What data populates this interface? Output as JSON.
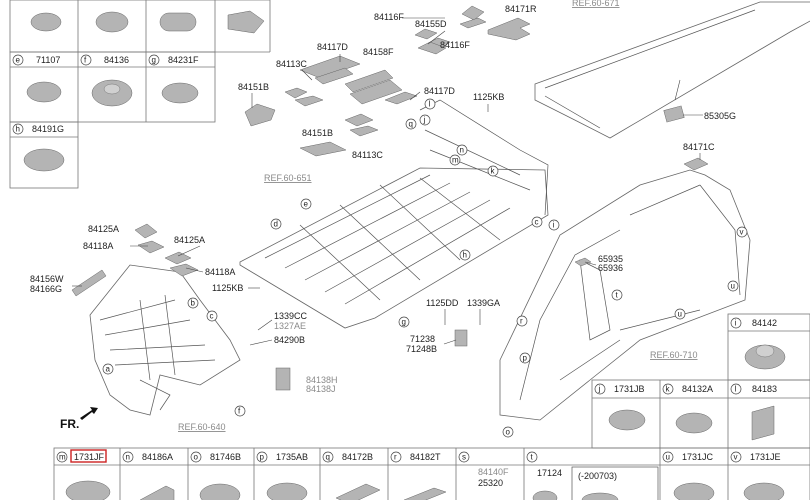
{
  "parts_grid": {
    "row1": [
      {
        "letter": "e",
        "code": "71107"
      },
      {
        "letter": "f",
        "code": "84136"
      },
      {
        "letter": "g",
        "code": "84231F"
      }
    ],
    "row2": [
      {
        "letter": "h",
        "code": "84191G"
      }
    ]
  },
  "main_labels": {
    "l_84116F_a": "84116F",
    "l_84155D": "84155D",
    "l_84171R": "84171R",
    "l_84117D_a": "84117D",
    "l_84158F": "84158F",
    "l_84116F_b": "84116F",
    "l_84113C_a": "84113C",
    "l_84151B_a": "84151B",
    "l_84117D_b": "84117D",
    "l_1125KB_a": "1125KB",
    "l_84151B_b": "84151B",
    "l_84113C_b": "84113C",
    "l_84125A_a": "84125A",
    "l_84118A_a": "84118A",
    "l_84125A_b": "84125A",
    "l_84118A_b": "84118A",
    "l_84156W": "84156W",
    "l_84166G": "84166G",
    "l_1125KB_b": "1125KB",
    "l_1339CC": "1339CC",
    "l_84290B": "84290B",
    "l_1125DD": "1125DD",
    "l_1339GA": "1339GA",
    "l_71238": "71238",
    "l_71248B": "71248B",
    "l_65935": "65935",
    "l_65936": "65936",
    "l_85305G": "85305G",
    "l_84171C": "84171C",
    "l_17124": "17124",
    "l_25320": "25320",
    "l_200703": "(-200703)",
    "fr": "FR."
  },
  "grey_labels": {
    "g_1327AE": "1327AE",
    "g_84138H": "84138H",
    "g_84138J": "84138J",
    "g_84140F": "84140F"
  },
  "refs": {
    "r_60_671": "REF.60-671",
    "r_60_651": "REF.60-651",
    "r_60_640": "REF.60-640",
    "r_60_710": "REF.60-710"
  },
  "callouts": [
    "l",
    "q",
    "j",
    "n",
    "m",
    "k",
    "c",
    "i",
    "d",
    "e",
    "b",
    "c",
    "h",
    "g",
    "a",
    "f",
    "v",
    "u",
    "t",
    "u",
    "r",
    "p",
    "o"
  ],
  "right_panel": [
    {
      "letter": "i",
      "code": "84142"
    },
    {
      "letter": "j",
      "code": "1731JB"
    },
    {
      "letter": "k",
      "code": "84132A"
    },
    {
      "letter": "l",
      "code": "84183"
    }
  ],
  "bottom_row": [
    {
      "letter": "m",
      "code": "1731JF"
    },
    {
      "letter": "n",
      "code": "84186A"
    },
    {
      "letter": "o",
      "code": "81746B"
    },
    {
      "letter": "p",
      "code": "1735AB"
    },
    {
      "letter": "q",
      "code": "84172B"
    },
    {
      "letter": "r",
      "code": "84182T"
    },
    {
      "letter": "s",
      "code": ""
    },
    {
      "letter": "t",
      "code": ""
    },
    {
      "letter": "u",
      "code": "1731JC"
    },
    {
      "letter": "v",
      "code": "1731JE"
    }
  ],
  "colors": {
    "highlight": "#cc2222",
    "part_fill": "#b4b4b4",
    "ref_text": "#8a8a8a"
  }
}
